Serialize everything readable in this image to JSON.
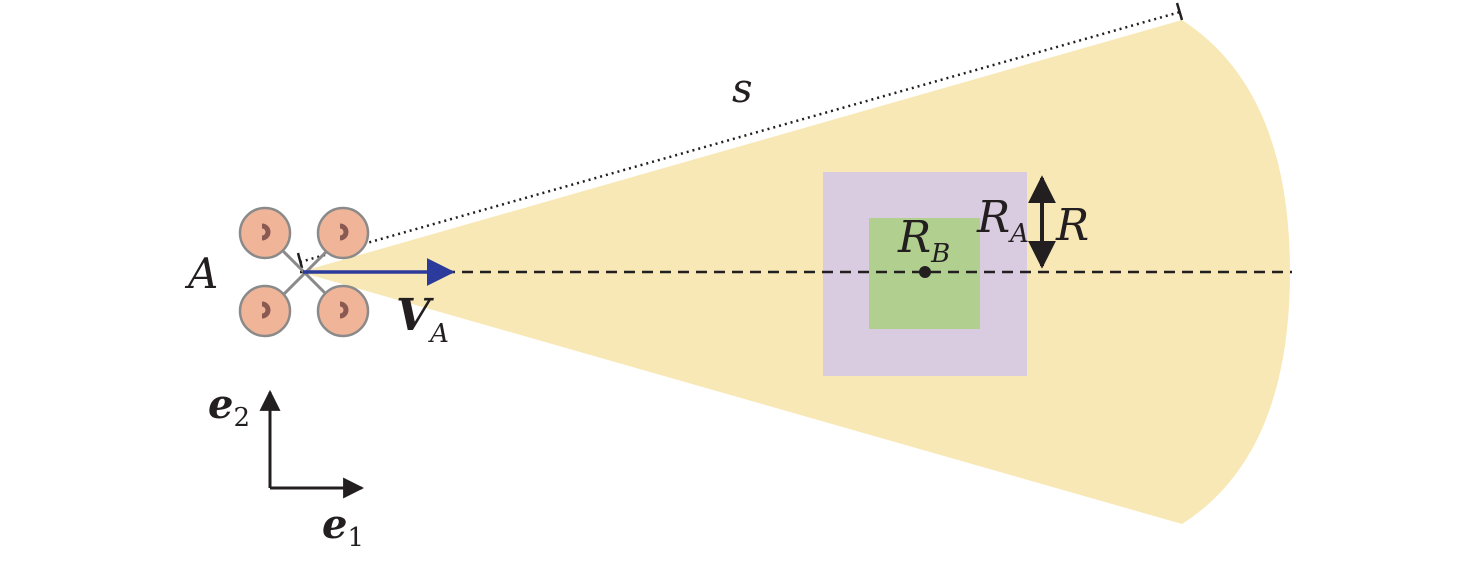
{
  "figure": {
    "colors": {
      "sensing_cone": "#f8e8b6",
      "outer_square": "#d9cbe0",
      "inner_square": "#b1d08f",
      "velocity_arrow": "#2b3a9b",
      "rotor_fill": "#f0b599",
      "rotor_stroke": "#8a8a8a",
      "rotor_mark": "#8a5a52",
      "drone_arm": "#8a8a8a",
      "ink": "#231f20"
    },
    "labels": {
      "agent": "A",
      "velocity_main": "V",
      "velocity_sub": "A",
      "range": "s",
      "target_radius_main": "R",
      "target_radius_sub": "B",
      "agent_radius_main": "R",
      "agent_radius_sub": "A",
      "combined_radius": "R",
      "axis1_main": "e",
      "axis1_sub": "1",
      "axis2_main": "e",
      "axis2_sub": "2"
    },
    "icons": {
      "drone": "quadrotor-icon",
      "target_point": "dot-icon"
    }
  }
}
